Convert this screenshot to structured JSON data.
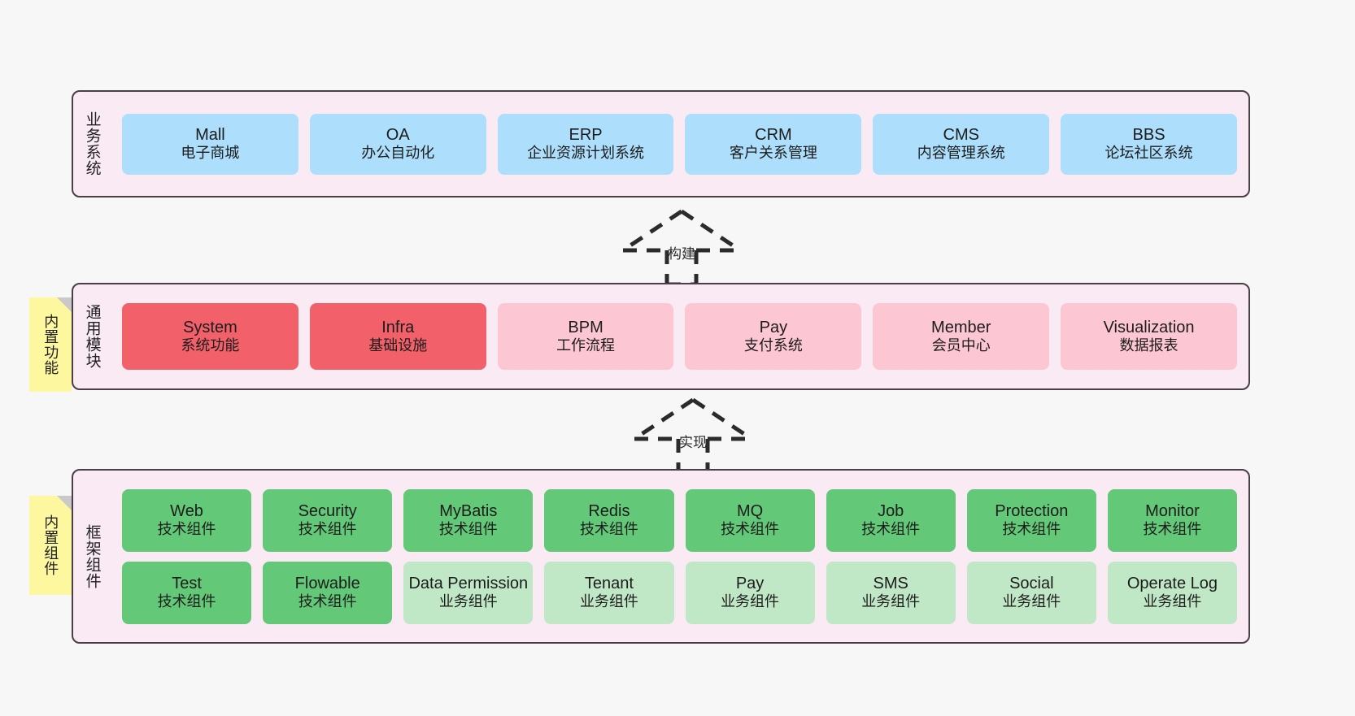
{
  "diagram": {
    "title_icons": {
      "note_fold": "folded-corner",
      "arrow": "generalization-arrow"
    },
    "colors": {
      "container_bg": "#f9eaf4",
      "container_border": "#4b3f47",
      "blue": "#addefc",
      "red": "#f2606a",
      "pink": "#fcc7d2",
      "green": "#63c978",
      "light_green": "#c0e8c6",
      "note_yellow": "#fdf7a0",
      "page_bg": "#f7f7f7"
    }
  },
  "notes": [
    {
      "id": "functions",
      "text": "内置功能"
    },
    {
      "id": "components",
      "text": "内置组件"
    }
  ],
  "connectors": [
    {
      "id": "build",
      "label": "构建"
    },
    {
      "id": "implement",
      "label": "实现"
    }
  ],
  "layers": [
    {
      "id": "business",
      "title": "业务系统",
      "rows": [
        [
          {
            "title": "Mall",
            "sub": "电子商城",
            "color": "blue"
          },
          {
            "title": "OA",
            "sub": "办公自动化",
            "color": "blue"
          },
          {
            "title": "ERP",
            "sub": "企业资源计划系统",
            "color": "blue"
          },
          {
            "title": "CRM",
            "sub": "客户关系管理",
            "color": "blue"
          },
          {
            "title": "CMS",
            "sub": "内容管理系统",
            "color": "blue"
          },
          {
            "title": "BBS",
            "sub": "论坛社区系统",
            "color": "blue"
          }
        ]
      ]
    },
    {
      "id": "common",
      "title": "通用模块",
      "rows": [
        [
          {
            "title": "System",
            "sub": "系统功能",
            "color": "red"
          },
          {
            "title": "Infra",
            "sub": "基础设施",
            "color": "red"
          },
          {
            "title": "BPM",
            "sub": "工作流程",
            "color": "pink"
          },
          {
            "title": "Pay",
            "sub": "支付系统",
            "color": "pink"
          },
          {
            "title": "Member",
            "sub": "会员中心",
            "color": "pink"
          },
          {
            "title": "Visualization",
            "sub": "数据报表",
            "color": "pink"
          }
        ]
      ]
    },
    {
      "id": "framework",
      "title": "框架组件",
      "rows": [
        [
          {
            "title": "Web",
            "sub": "技术组件",
            "color": "green"
          },
          {
            "title": "Security",
            "sub": "技术组件",
            "color": "green"
          },
          {
            "title": "MyBatis",
            "sub": "技术组件",
            "color": "green"
          },
          {
            "title": "Redis",
            "sub": "技术组件",
            "color": "green"
          },
          {
            "title": "MQ",
            "sub": "技术组件",
            "color": "green"
          },
          {
            "title": "Job",
            "sub": "技术组件",
            "color": "green"
          },
          {
            "title": "Protection",
            "sub": "技术组件",
            "color": "green"
          },
          {
            "title": "Monitor",
            "sub": "技术组件",
            "color": "green"
          }
        ],
        [
          {
            "title": "Test",
            "sub": "技术组件",
            "color": "green"
          },
          {
            "title": "Flowable",
            "sub": "技术组件",
            "color": "green"
          },
          {
            "title": "Data Permission",
            "sub": "业务组件",
            "color": "lightgreen"
          },
          {
            "title": "Tenant",
            "sub": "业务组件",
            "color": "lightgreen"
          },
          {
            "title": "Pay",
            "sub": "业务组件",
            "color": "lightgreen"
          },
          {
            "title": "SMS",
            "sub": "业务组件",
            "color": "lightgreen"
          },
          {
            "title": "Social",
            "sub": "业务组件",
            "color": "lightgreen"
          },
          {
            "title": "Operate Log",
            "sub": "业务组件",
            "color": "lightgreen"
          }
        ]
      ]
    }
  ]
}
